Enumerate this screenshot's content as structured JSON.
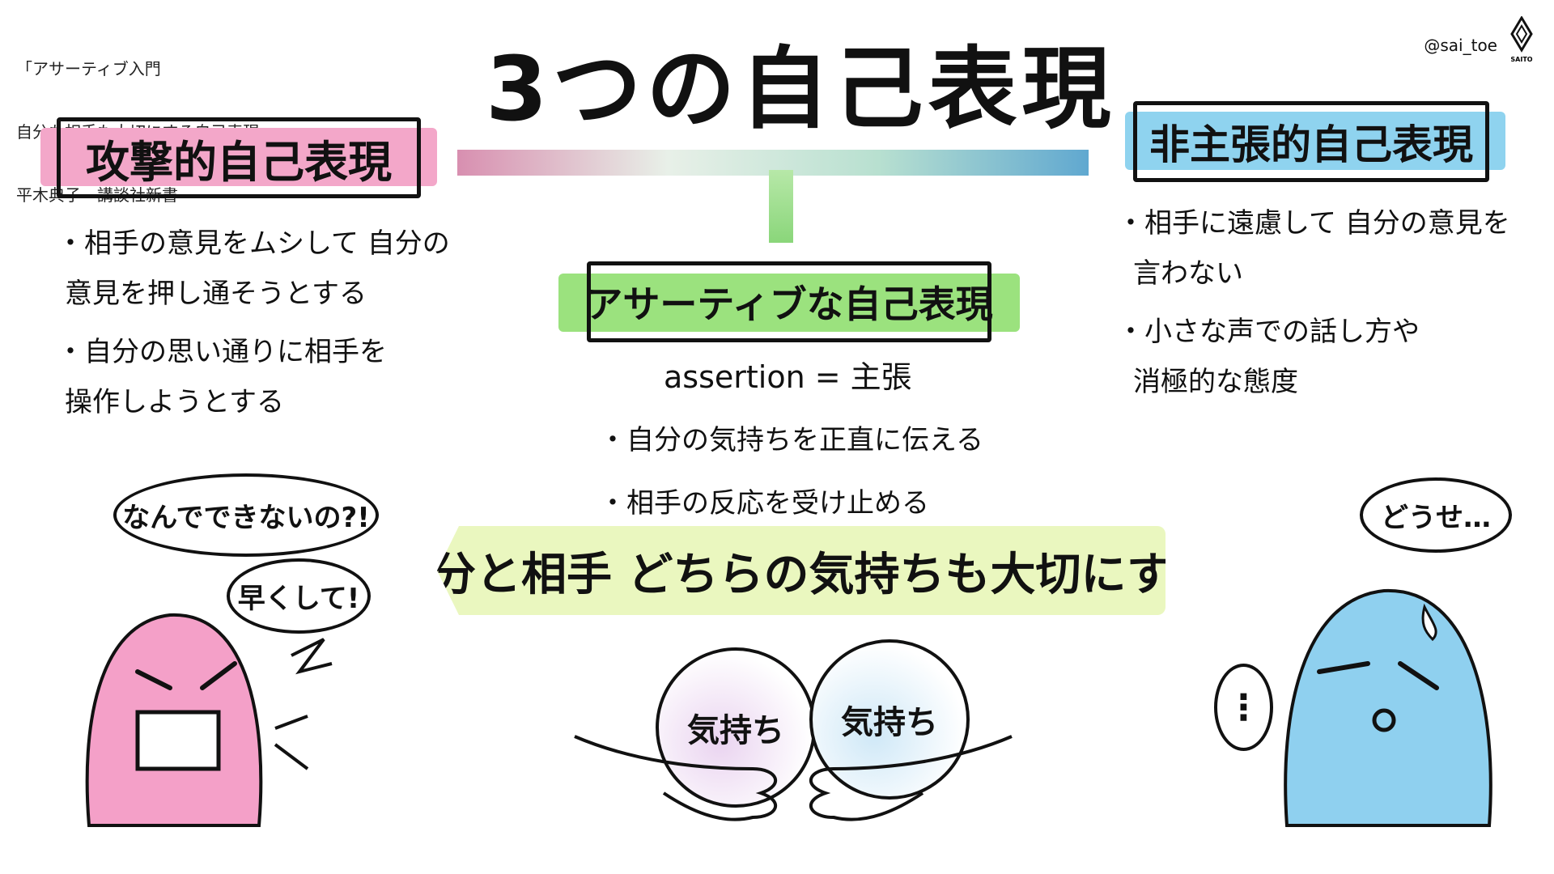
{
  "source": {
    "line1": "「アサーティブ入門",
    "line2": "自分も相手も大切にする自己表現」",
    "line3": "平木典子　講談社新書"
  },
  "title": "3つの自己表現",
  "credit": "@sai_toe",
  "logo_text": "SAITO",
  "colors": {
    "aggressive_highlight": "#f3a7c9",
    "passive_highlight": "#8fd3ef",
    "assertive_highlight": "#9be27e",
    "banner": "#eaf7bf",
    "pink_character": "#f4a0c8",
    "blue_character": "#8fd0ef"
  },
  "aggressive": {
    "heading": "攻撃的自己表現",
    "bullets": [
      "・相手の意見をムシして 自分の",
      "意見を押し通そうとする",
      "・自分の思い通りに相手を",
      "操作しようとする"
    ]
  },
  "passive": {
    "heading": "非主張的自己表現",
    "bullets": [
      "・相手に遠慮して 自分の意見を",
      "言わない",
      "・小さな声での話し方や",
      "消極的な態度"
    ]
  },
  "assertive": {
    "heading": "アサーティブな自己表現",
    "definition": "assertion = 主張",
    "bullets": [
      "・自分の気持ちを正直に伝える",
      "・相手の反応を受け止める"
    ]
  },
  "banner": "自分と相手 どちらの気持ちも大切にする",
  "speech": {
    "angry1": "なんでできないの?!",
    "angry2": "早くして!",
    "passive_thought": "どうせ…",
    "passive_dots": "⋮"
  },
  "hands": {
    "left_ball": "気持ち",
    "right_ball": "気持ち"
  }
}
